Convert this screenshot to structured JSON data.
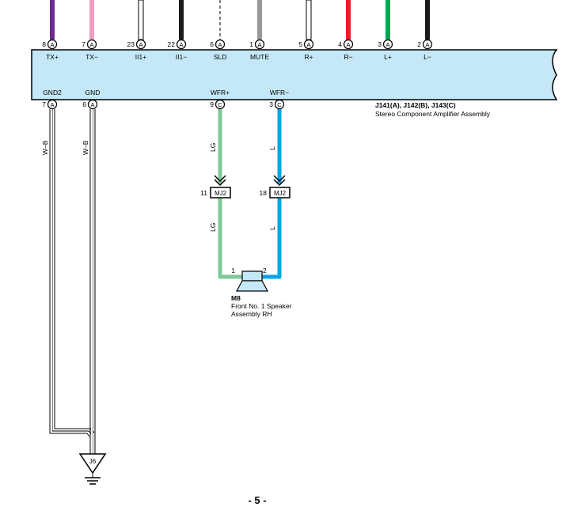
{
  "top_pins": [
    {
      "num": "8",
      "conn": "A",
      "label": "TX+",
      "color": "#6b2c8f"
    },
    {
      "num": "7",
      "conn": "A",
      "label": "TX−",
      "color": "#f09cc0"
    },
    {
      "num": "23",
      "conn": "A",
      "label": "II1+",
      "color": "#ffffff"
    },
    {
      "num": "22",
      "conn": "A",
      "label": "II1−",
      "color": "#1a1a1a"
    },
    {
      "num": "6",
      "conn": "A",
      "label": "SLD",
      "color": "dashed"
    },
    {
      "num": "1",
      "conn": "A",
      "label": "MUTE",
      "color": "#999999"
    },
    {
      "num": "5",
      "conn": "A",
      "label": "R+",
      "color": "#ffffff"
    },
    {
      "num": "4",
      "conn": "A",
      "label": "R−",
      "color": "#e8202a"
    },
    {
      "num": "3",
      "conn": "A",
      "label": "L+",
      "color": "#00a650"
    },
    {
      "num": "2",
      "conn": "A",
      "label": "L−",
      "color": "#1a1a1a"
    }
  ],
  "bottom_pins": [
    {
      "num": "7",
      "conn": "A",
      "label": "GND2"
    },
    {
      "num": "6",
      "conn": "A",
      "label": "GND"
    },
    {
      "num": "9",
      "conn": "C",
      "label": "WFR+"
    },
    {
      "num": "3",
      "conn": "C",
      "label": "WFR−"
    }
  ],
  "component": {
    "id": "J141(A), J142(B), J143(C)",
    "name": "Stereo Component Amplifier Assembly"
  },
  "wires": {
    "gnd2": "W–B",
    "gnd": "W–B",
    "wfr_plus_upper": "LG",
    "wfr_plus_lower": "LG",
    "wfr_minus_upper": "L",
    "wfr_minus_lower": "L",
    "lg_color": "#7ec89a",
    "l_color": "#0aa3e8"
  },
  "junctions": [
    {
      "pin": "11",
      "name": "MJ2"
    },
    {
      "pin": "18",
      "name": "MJ2"
    }
  ],
  "speaker": {
    "id": "M8",
    "line1": "Front No. 1 Speaker",
    "line2": "Assembly RH",
    "pin_left": "1",
    "pin_right": "2"
  },
  "ground": {
    "id": "J6"
  },
  "page_number": "- 5 -",
  "component_fill": "#c5e8f8"
}
